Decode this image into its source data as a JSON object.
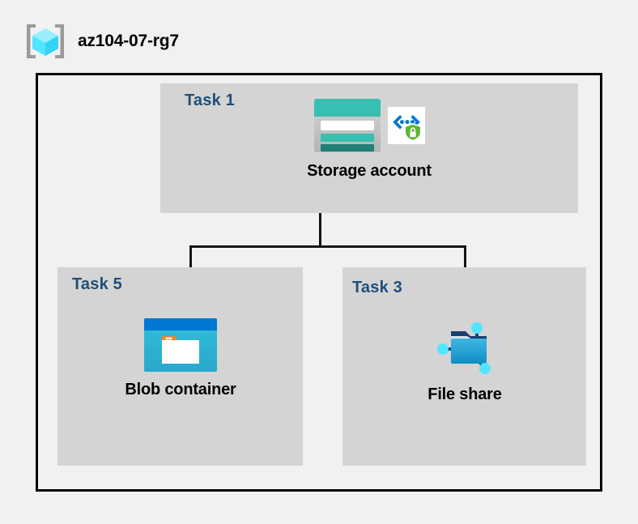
{
  "header": {
    "icon": "resource-group-icon",
    "title": "az104-07-rg7"
  },
  "diagram": {
    "frame_border_color": "#000000",
    "group_box_color": "#d4d4d4",
    "task_label_color": "#1f4e79",
    "connector_color": "#141414",
    "background_color": "#f1f1f1",
    "groups": [
      {
        "id": "task-1",
        "task_label": "Task 1",
        "node_caption": "Storage account",
        "icons": [
          "storage-account-icon",
          "secure-endpoint-icon"
        ]
      },
      {
        "id": "task-5",
        "task_label": "Task 5",
        "node_caption": "Blob container",
        "icons": [
          "blob-container-icon"
        ]
      },
      {
        "id": "task-3",
        "task_label": "Task 3",
        "node_caption": "File share",
        "icons": [
          "file-share-icon"
        ]
      }
    ],
    "connections": [
      {
        "from": "Storage account",
        "to": "Blob container"
      },
      {
        "from": "Storage account",
        "to": "File share"
      }
    ]
  },
  "palette": {
    "azure_cube_cyan": "#32d3f5",
    "azure_cube_light": "#9beefb",
    "bracket_gray": "#9a9a9a",
    "storage_teal": "#37bfb2",
    "storage_teal_dark": "#1f7f77",
    "blob_blue_dark": "#0078d4",
    "blob_blue_light": "#32bedd",
    "blob_tab_orange": "#f2842a",
    "shield_green": "#5fb335",
    "fileshare_blue": "#32a4d8",
    "node_cyan": "#50e6ff"
  }
}
